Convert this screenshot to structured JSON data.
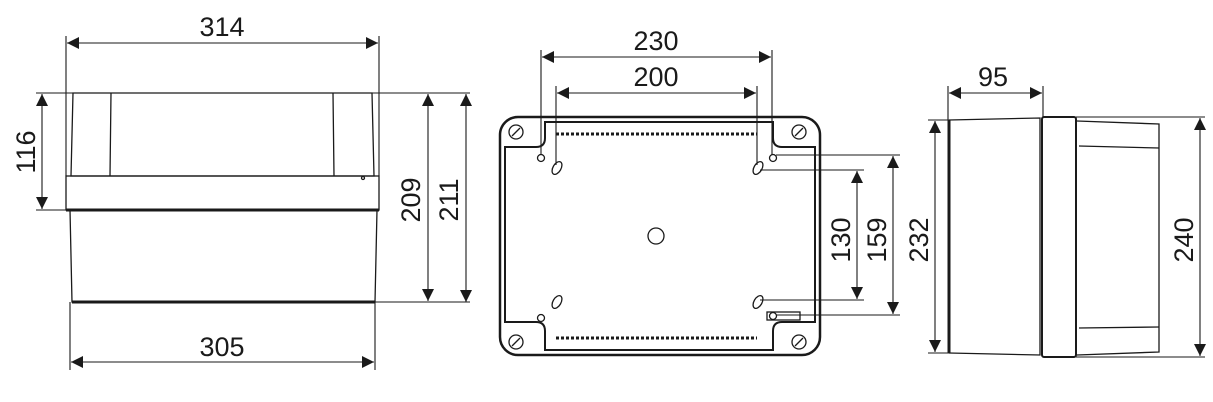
{
  "front_view": {
    "width_top": "314",
    "width_bottom": "305",
    "lid_height": "116",
    "height_a": "209",
    "height_b": "211"
  },
  "bottom_view": {
    "hole_spacing_outer": "230",
    "hole_spacing_inner": "200",
    "hole_spacing_v_inner": "130",
    "hole_spacing_v_outer": "159"
  },
  "side_view": {
    "base_depth": "95",
    "base_height": "232",
    "total_height": "240"
  }
}
